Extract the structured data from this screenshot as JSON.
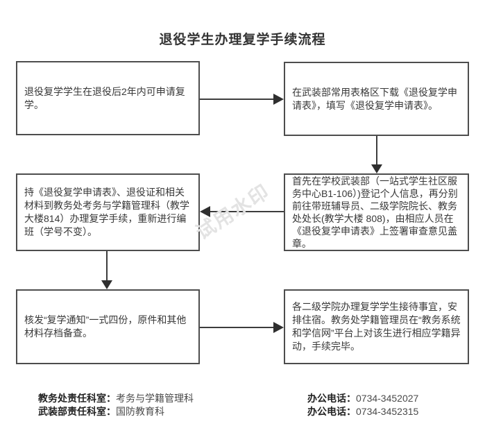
{
  "title": "退役学生办理复学手续流程",
  "watermark": "试用水印",
  "flow": {
    "boxes": [
      {
        "step": 1,
        "text": "退役复学学生在退役后2年内可申请复学。"
      },
      {
        "step": 2,
        "text": "在武装部常用表格区下载《退役复学申请表》，填写《退役复学申请表》。"
      },
      {
        "step": 3,
        "text": "首先在学校武装部（一站式学生社区服务中心B1-106）)登记个人信息，再分别前往带班辅导员、二级学院院长、教务处处长(教学大楼 808)，由相应人员在《退役复学申请表》上签署审查意见盖章。"
      },
      {
        "step": 4,
        "text": "持《退役复学申请表》、退役证和相关材料到教务处考务与学籍管理科（教学大楼814）办理复学手续，重新进行编班（学号不变）。"
      },
      {
        "step": 5,
        "text": "核发“复学通知”一式四份，原件和其他材料存档备查。"
      },
      {
        "step": 6,
        "text": "各二级学院办理复学学生接待事宜，安排住宿。教务处学籍管理员在“教务系统和学信网”平台上对该生进行相应学籍异动，手续完毕。"
      }
    ]
  },
  "footer": {
    "left": [
      {
        "label": "教务处责任科室：",
        "value": "考务与学籍管理科"
      },
      {
        "label": "武装部责任科室：",
        "value": "国防教育科"
      }
    ],
    "right": [
      {
        "label": "办公电话：",
        "value": "0734-3452027"
      },
      {
        "label": "办公电话：",
        "value": "0734-3452315"
      }
    ]
  },
  "colors": {
    "text": "#333333",
    "box_border": "#4d4d4d",
    "arrow": "#2f2f2f",
    "watermark": "#e3e3e3",
    "background": "#ffffff"
  }
}
